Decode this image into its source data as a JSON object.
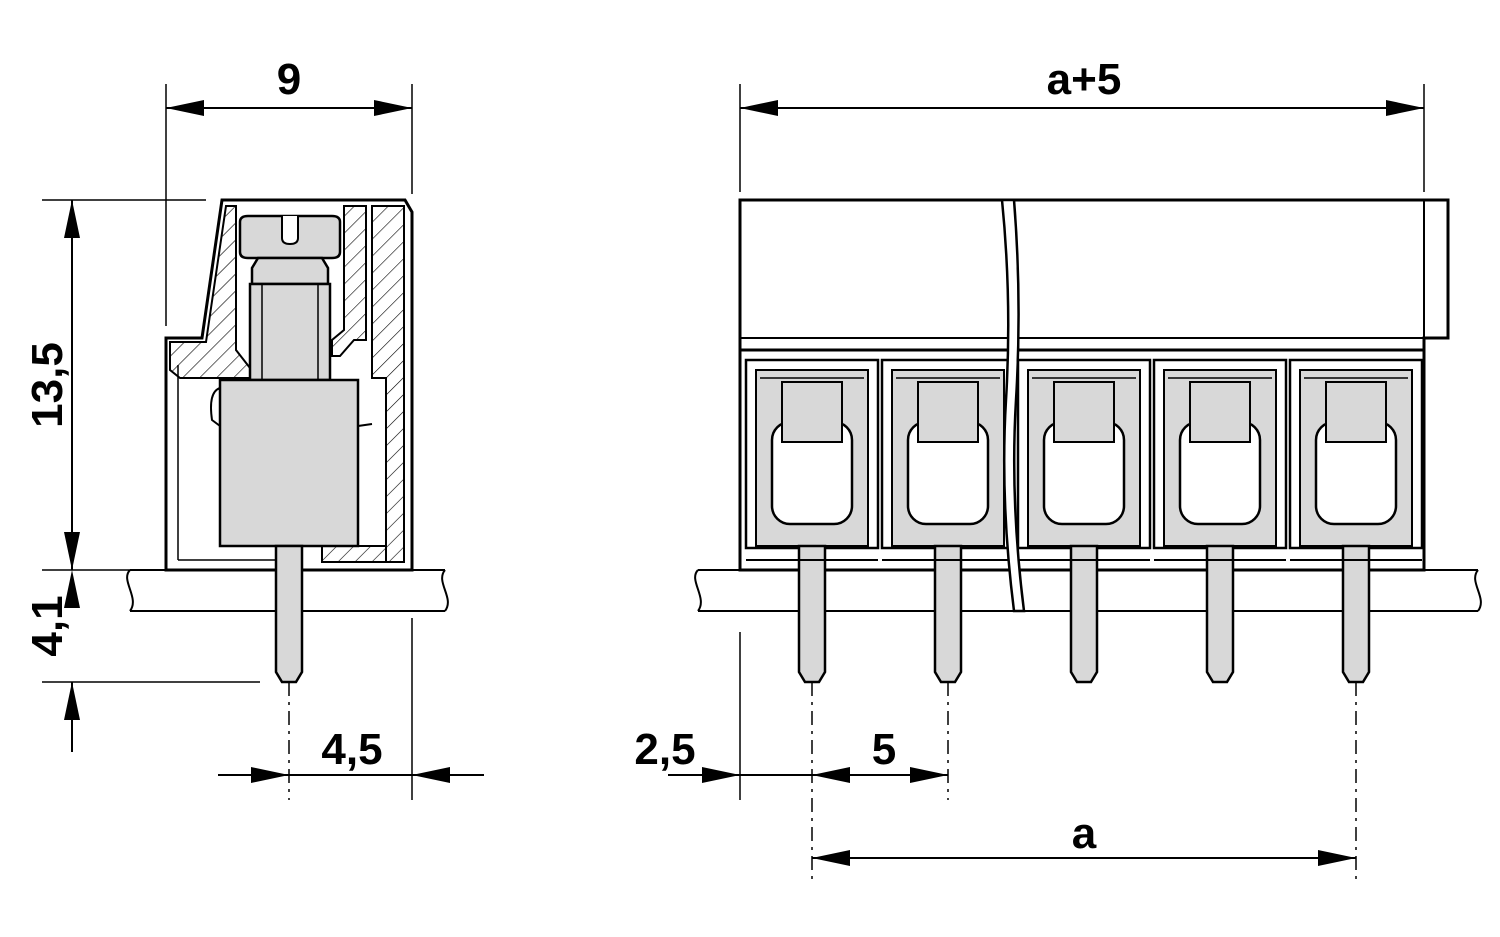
{
  "colors": {
    "line": "#000000",
    "part_fill": "#d8d8d8",
    "background": "#ffffff"
  },
  "dimensions": {
    "side_width": "9",
    "side_height": "13,5",
    "pin_length": "4,1",
    "pin_offset": "4,5",
    "overall_length": "a+5",
    "edge_offset": "2,5",
    "pitch": "5",
    "pin_span": "a"
  },
  "front_view": {
    "pole_count": 5
  }
}
